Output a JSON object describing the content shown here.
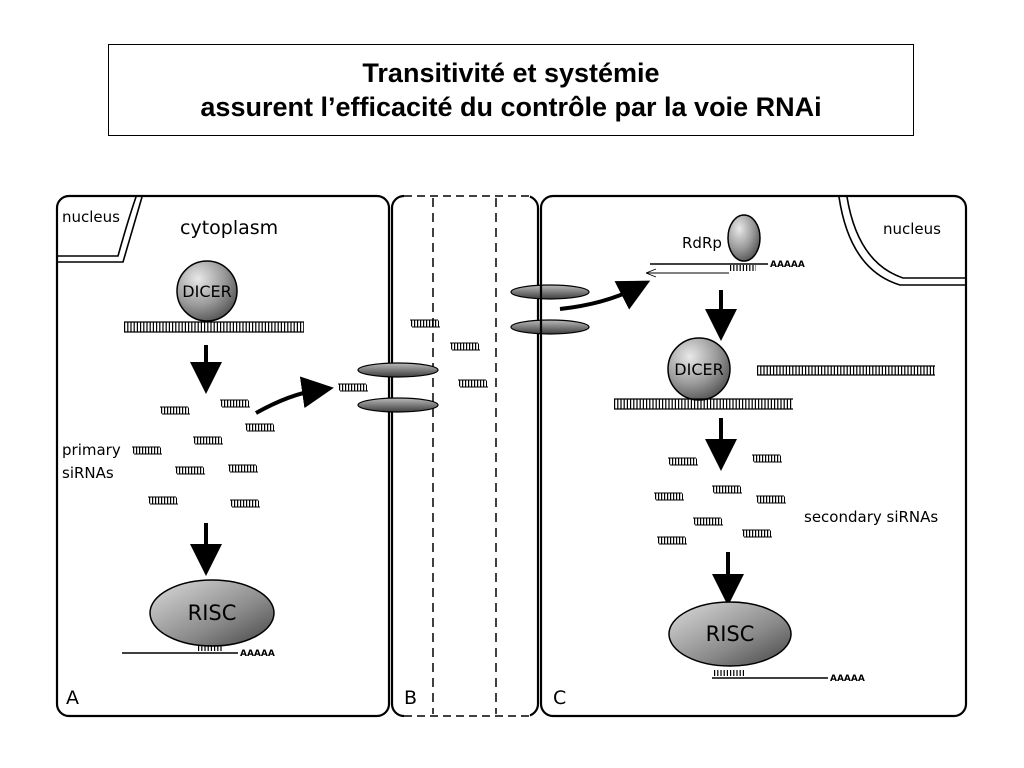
{
  "title": {
    "line1": "Transitivité et systémie",
    "line2": "assurent l’efficacité du contrôle par la voie RNAi"
  },
  "panel_a": {
    "nucleus": "nucleus",
    "cytoplasm": "cytoplasm",
    "dicer": "DICER",
    "primary_sirnas_line1": "primary",
    "primary_sirnas_line2": "siRNAs",
    "risc": "RISC",
    "polya": "AAAAA",
    "letter": "A"
  },
  "panel_b": {
    "letter": "B"
  },
  "panel_c": {
    "nucleus": "nucleus",
    "rdrp": "RdRp",
    "polya_top": "AAAAA",
    "dicer": "DICER",
    "secondary_sirnas": "secondary siRNAs",
    "risc": "RISC",
    "polya": "AAAAA",
    "letter": "C"
  },
  "colors": {
    "outline": "#000000",
    "grey_fill": "#9a9a9a",
    "dark_grey": "#555555"
  }
}
